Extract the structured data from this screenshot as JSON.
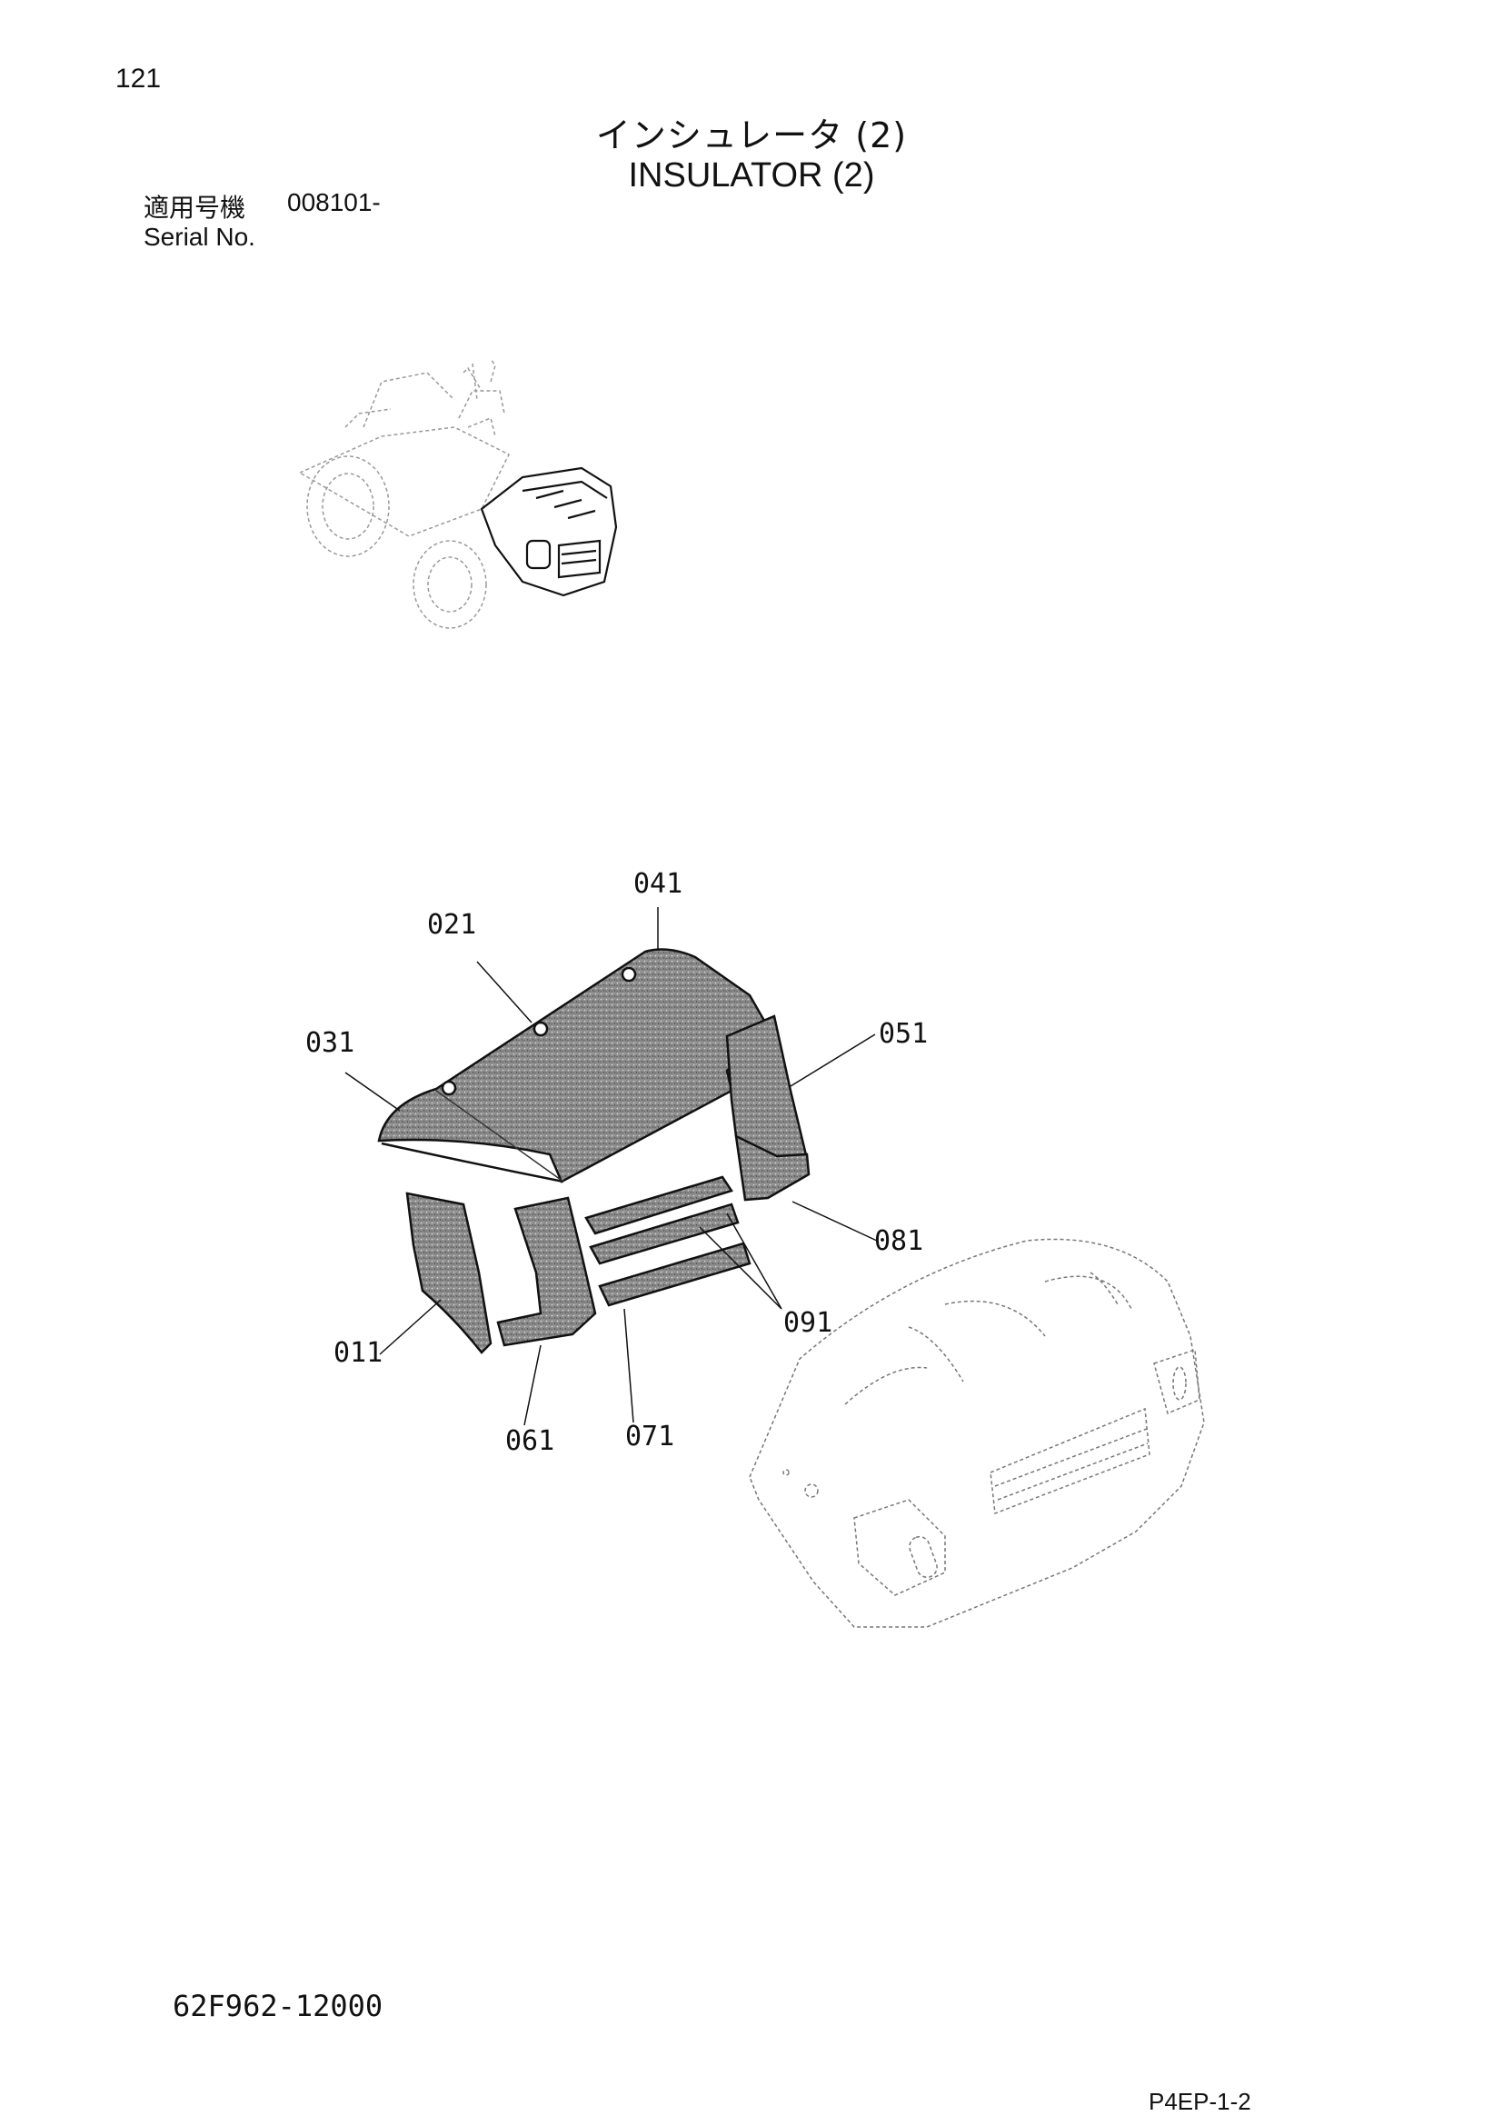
{
  "header": {
    "page_number": "121",
    "title_jp": "インシュレータ (2)",
    "title_en": "INSULATOR (2)"
  },
  "serial": {
    "label_jp": "適用号機",
    "value": "008101-",
    "label_en": "Serial No."
  },
  "callouts": {
    "c011": "011",
    "c021": "021",
    "c031": "031",
    "c041": "041",
    "c051": "051",
    "c061": "061",
    "c071": "071",
    "c081": "081",
    "c091": "091"
  },
  "footer": {
    "part_code": "62F962-12000",
    "page_code": "P4EP-1-2"
  }
}
